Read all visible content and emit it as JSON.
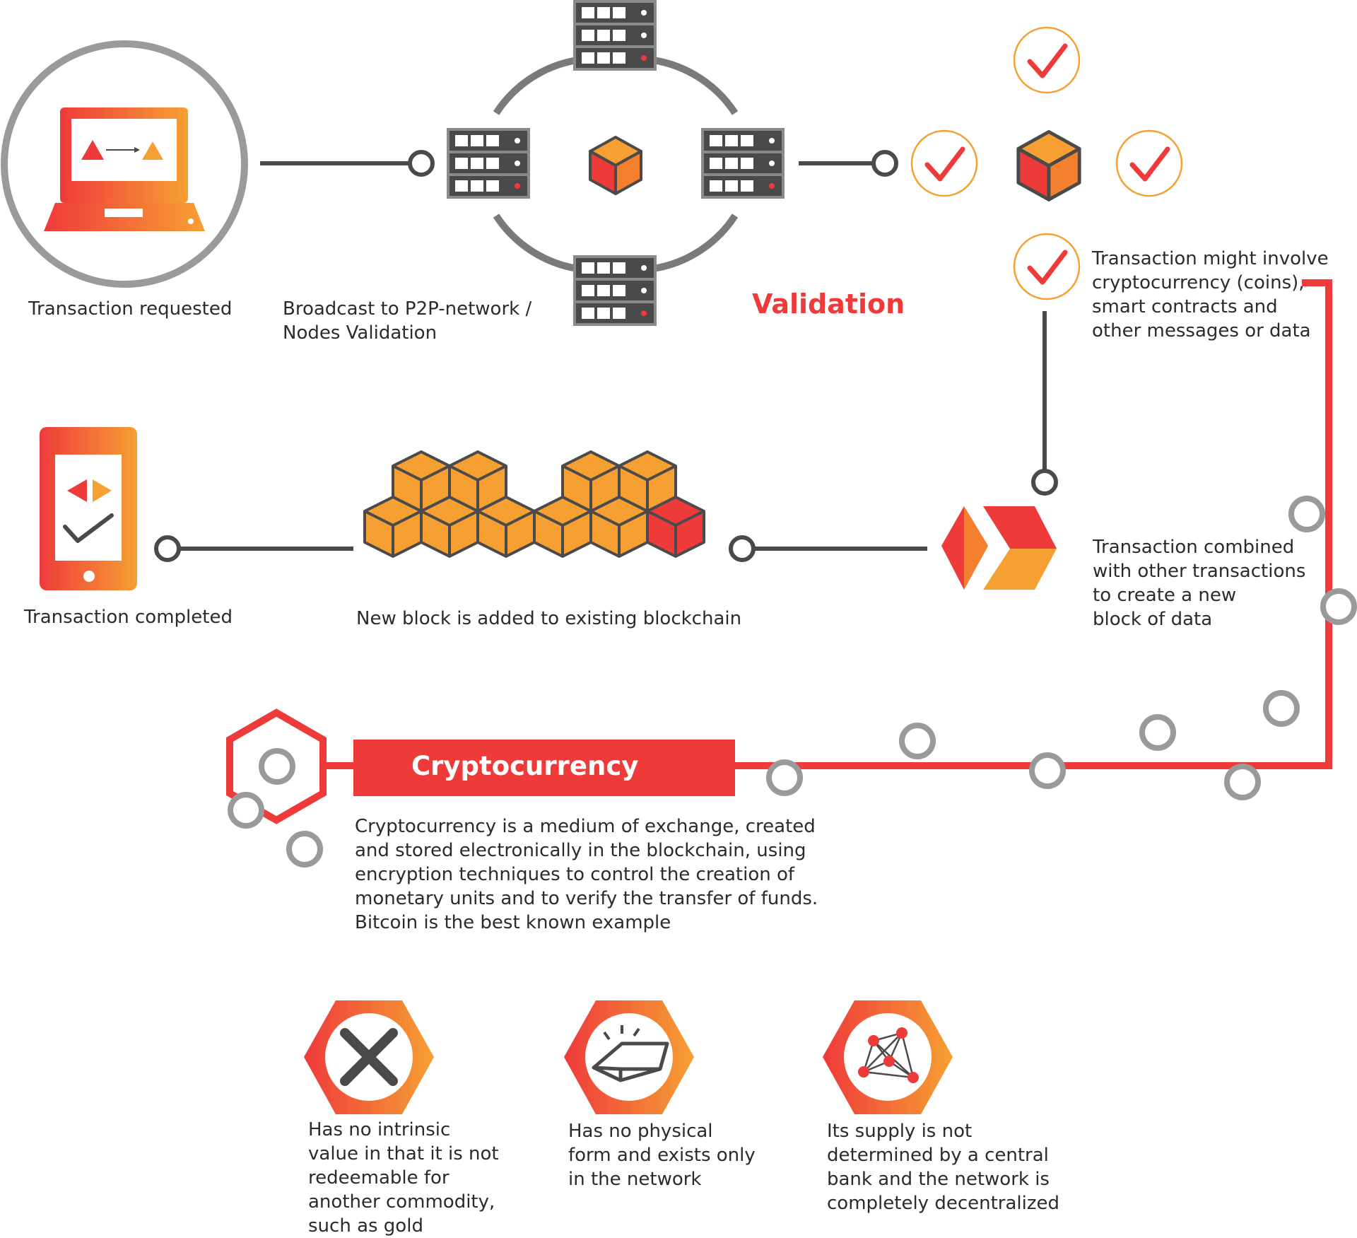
{
  "colors": {
    "red": "#ef3a3a",
    "orange": "#f6a033",
    "gray": "#9a9a9a",
    "dark": "#4a4a4a"
  },
  "icons": [
    "laptop-icon",
    "server-icon",
    "block-cube-icon",
    "check-circle-icon",
    "merge-chevron-icon",
    "blockchain-cubes-icon",
    "smartphone-icon",
    "hexagon-node-icon",
    "cross-icon",
    "gold-bar-icon",
    "network-graph-icon"
  ],
  "steps": {
    "requested": "Transaction requested",
    "broadcast_line1": "Broadcast to P2P-network /",
    "broadcast_line2": "Nodes Validation",
    "validation": "Validation",
    "involve": [
      "Transaction might involve",
      "cryptocurrency (coins),",
      "smart contracts and",
      "other messages or data"
    ],
    "combined": [
      "Transaction combined",
      "with other transactions",
      "to create a new",
      "block of data"
    ],
    "new_block": "New block is added to existing blockchain",
    "completed": "Transaction completed"
  },
  "crypto": {
    "title": "Cryptocurrency",
    "description": [
      "Cryptocurrency is a medium of exchange, created",
      "and stored electronically in the blockchain, using",
      "encryption techniques to control the creation of",
      "monetary units and to verify the transfer of funds.",
      "Bitcoin is the best known example"
    ]
  },
  "features": [
    {
      "icon": "cross-icon",
      "lines": [
        "Has no intrinsic",
        "value in that it is not",
        "redeemable for",
        "another commodity,",
        "such as gold"
      ]
    },
    {
      "icon": "gold-bar-icon",
      "lines": [
        "Has no physical",
        "form and exists only",
        "in the network"
      ]
    },
    {
      "icon": "network-graph-icon",
      "lines": [
        "Its supply is not",
        "determined by a central",
        "bank and the network is",
        "completely decentralized"
      ]
    }
  ]
}
